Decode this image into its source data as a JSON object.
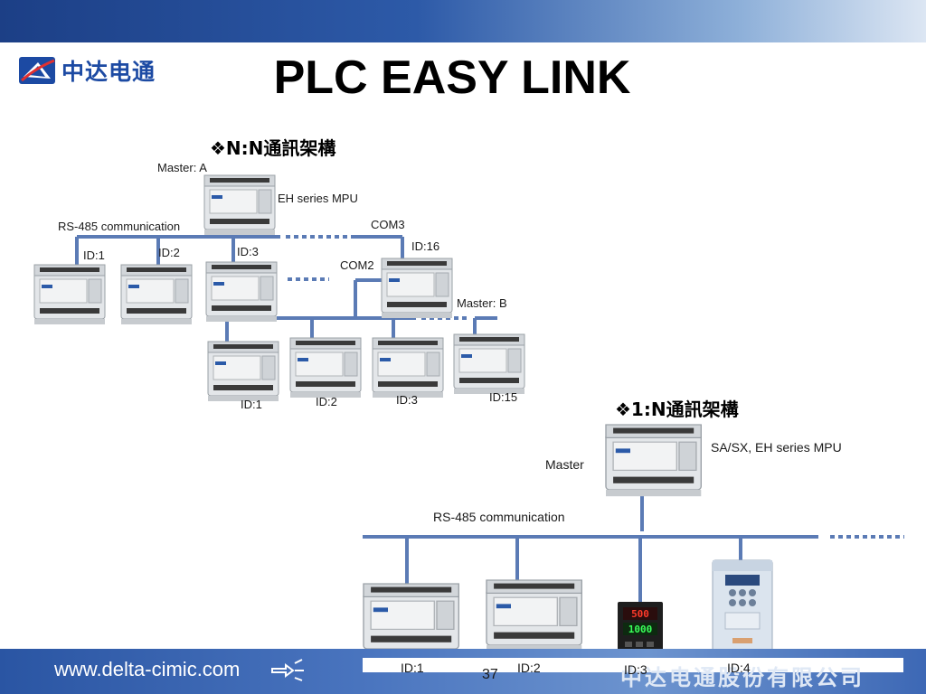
{
  "header": {
    "logo_text": "中达电通",
    "title": "PLC EASY LINK"
  },
  "nn_section": {
    "heading": "❖N:N通訊架構",
    "master_a_label": "Master: A",
    "mpu_label": "EH series MPU",
    "rs485_label": "RS-485 communication",
    "com3_label": "COM3",
    "com2_label": "COM2",
    "master_b_label": "Master: B",
    "top_ids": [
      "ID:1",
      "ID:2",
      "ID:3",
      "ID:16"
    ],
    "bottom_ids": [
      "ID:1",
      "ID:2",
      "ID:3",
      "ID:15"
    ]
  },
  "one_n_section": {
    "heading": "❖1:N通訊架構",
    "master_label": "Master",
    "mpu_label": "SA/SX, EH series MPU",
    "rs485_label": "RS-485 communication",
    "ids": [
      "ID:1",
      "ID:2",
      "ID:3",
      "ID:4"
    ],
    "temp_display_top": "500",
    "temp_display_bottom": "1000"
  },
  "footer": {
    "url": "www.delta-cimic.com",
    "page_number": "37",
    "company": "中达电通股份有限公司"
  },
  "colors": {
    "bus_line": "#5b7bb5",
    "header_band": "#1c3f86",
    "footer_band": "#2a55a3",
    "plc_body": "#e6e8ea",
    "logo_blue": "#1c4aa3"
  }
}
